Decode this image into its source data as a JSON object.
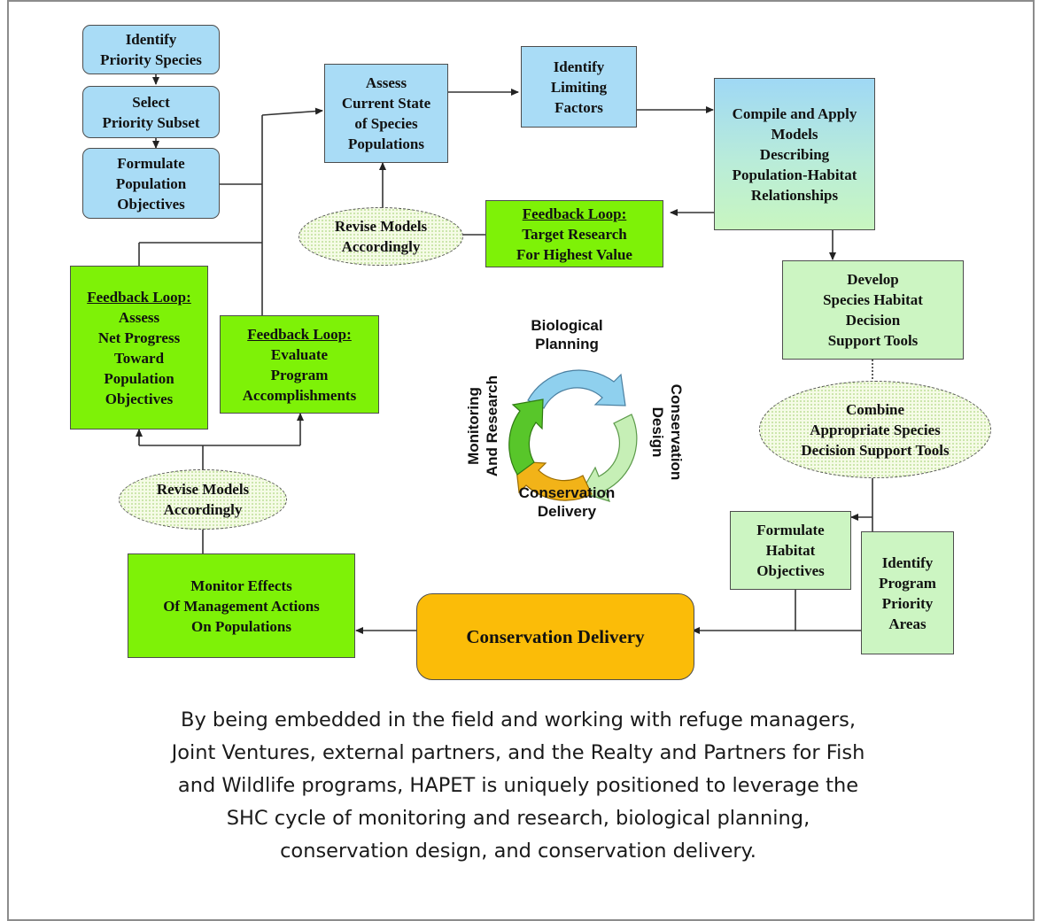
{
  "nodes": {
    "identify_priority_species": [
      "Identify",
      "Priority Species"
    ],
    "select_priority_subset": [
      "Select",
      "Priority Subset"
    ],
    "formulate_population_objectives": [
      "Formulate",
      "Population",
      "Objectives"
    ],
    "assess_current_state": [
      "Assess",
      "Current State",
      "of Species",
      "Populations"
    ],
    "identify_limiting_factors": [
      "Identify",
      "Limiting",
      "Factors"
    ],
    "compile_apply_models": [
      "Compile and Apply",
      "Models",
      "Describing",
      "Population-Habitat",
      "Relationships"
    ],
    "feedback_target_research": {
      "title": "Feedback Loop:",
      "lines": [
        "Target Research",
        "For Highest Value"
      ]
    },
    "revise_models_top": [
      "Revise Models",
      "Accordingly"
    ],
    "develop_decision_tools": [
      "Develop",
      "Species Habitat",
      "Decision",
      "Support Tools"
    ],
    "combine_tools": [
      "Combine",
      "Appropriate Species",
      "Decision Support Tools"
    ],
    "formulate_habitat_objectives": [
      "Formulate",
      "Habitat",
      "Objectives"
    ],
    "identify_program_priority_areas": [
      "Identify",
      "Program",
      "Priority",
      "Areas"
    ],
    "conservation_delivery_box": [
      "Conservation Delivery"
    ],
    "monitor_effects": [
      "Monitor Effects",
      "Of Management Actions",
      "On Populations"
    ],
    "revise_models_bottom": [
      "Revise Models",
      "Accordingly"
    ],
    "feedback_assess_progress": {
      "title": "Feedback Loop:",
      "lines": [
        "Assess",
        "Net Progress",
        "Toward",
        "Population",
        "Objectives"
      ]
    },
    "feedback_evaluate_program": {
      "title": "Feedback Loop:",
      "lines": [
        "Evaluate",
        "Program",
        "Accomplishments"
      ]
    }
  },
  "cycle": {
    "biological_planning": [
      "Biological",
      "Planning"
    ],
    "conservation_design": [
      "Conservation",
      "Design"
    ],
    "conservation_delivery": [
      "Conservation",
      "Delivery"
    ],
    "monitoring_research": [
      "Monitoring",
      "And Research"
    ],
    "colors": {
      "blue": "#8fd0ee",
      "lightgreen": "#c6efb6",
      "orange": "#f2b318",
      "green": "#58c62a"
    }
  },
  "caption": [
    "By being embedded in the field and working with refuge managers,",
    "Joint Ventures, external partners, and the Realty and Partners for Fish",
    "and Wildlife programs, HAPET is uniquely positioned to leverage the",
    "SHC cycle of monitoring and research, biological planning,",
    "conservation design, and conservation delivery."
  ],
  "colors": {
    "blue_box": "#a9dcf6",
    "light_green_box": "#ccf5c2",
    "bright_green_box": "#7ef207",
    "orange_box": "#fbbc08",
    "frame_border": "#8c8c8c"
  }
}
